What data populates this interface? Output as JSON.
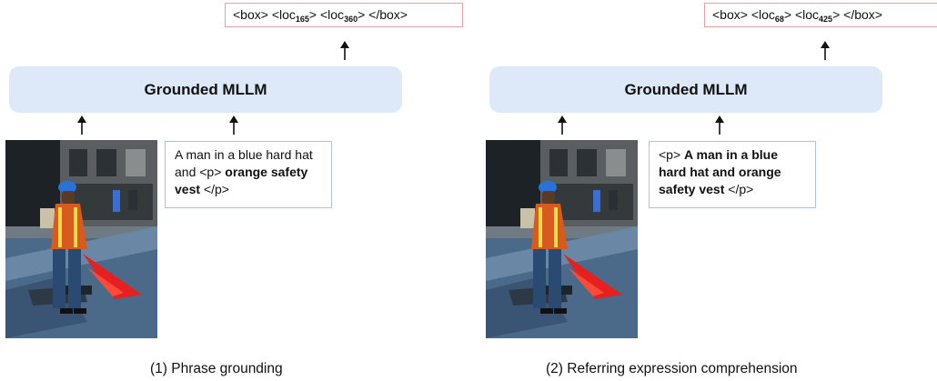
{
  "panels": [
    {
      "caption": "(1) Phrase grounding",
      "model_label": "Grounded MLLM",
      "output": {
        "open": "<box> <loc",
        "loc1": "165",
        "mid": "> <loc",
        "loc2": "360",
        "close": "> </box>"
      },
      "input": {
        "plain": "A man in a blue hard hat and <p> ",
        "bold": "orange safety vest",
        "end": " </p>"
      }
    },
    {
      "caption": "(2) Referring expression comprehension",
      "model_label": "Grounded MLLM",
      "output": {
        "open": "<box> <loc",
        "loc1": "68",
        "mid": "> <loc",
        "loc2": "425",
        "close": "> </box>"
      },
      "input": {
        "plain": "<p> ",
        "bold": "A man in a blue hard hat and orange safety vest",
        "end": " </p>"
      }
    }
  ],
  "colors": {
    "model_fill": "#dde9f8",
    "output_border": "#e8a0a0",
    "input_border": "#a9c4e6",
    "arrow": "#111111"
  }
}
